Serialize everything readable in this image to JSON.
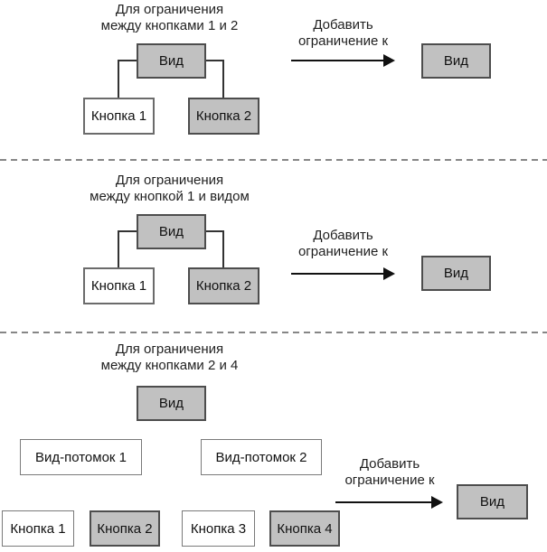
{
  "figure_description": "Схема добавления ограничений (constraints) между видами и кнопками",
  "colors": {
    "box_gray_fill": "#c1c1c1",
    "box_border_dark": "#4d4d4d",
    "box_border_light": "#7a7a7a",
    "dash_line": "#868686",
    "text": "#1a1a1a",
    "arrow": "#111111"
  },
  "sections": [
    {
      "title": [
        "Для ограничения",
        "между кнопками 1 и 2"
      ],
      "root_label": "Вид",
      "children": [
        "Кнопка 1",
        "Кнопка 2"
      ],
      "arrow_label": [
        "Добавить",
        "ограничение к"
      ],
      "target_label": "Вид"
    },
    {
      "title": [
        "Для ограничения",
        "между кнопкой 1 и видом"
      ],
      "root_label": "Вид",
      "children": [
        "Кнопка 1",
        "Кнопка 2"
      ],
      "arrow_label": [
        "Добавить",
        "ограничение к"
      ],
      "target_label": "Вид"
    },
    {
      "title": [
        "Для ограничения",
        "между кнопками 2 и 4"
      ],
      "root_label": "Вид",
      "descendants": [
        "Вид-потомок 1",
        "Вид-потомок 2"
      ],
      "buttons": [
        "Кнопка 1",
        "Кнопка 2",
        "Кнопка 3",
        "Кнопка 4"
      ],
      "arrow_label": [
        "Добавить",
        "ограничение к"
      ],
      "target_label": "Вид"
    }
  ]
}
